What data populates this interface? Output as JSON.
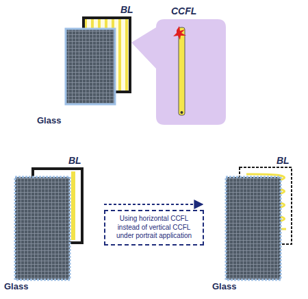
{
  "diagram": {
    "nodes": [
      {
        "text": [
          "Using horizontal CCFL instead of vertical CCFL under portrait application"
        ]
      }
    ],
    "labels": [
      "BL",
      "CCFL",
      "Glass",
      "BL",
      "BL",
      "Glass",
      "Glass"
    ]
  }
}
